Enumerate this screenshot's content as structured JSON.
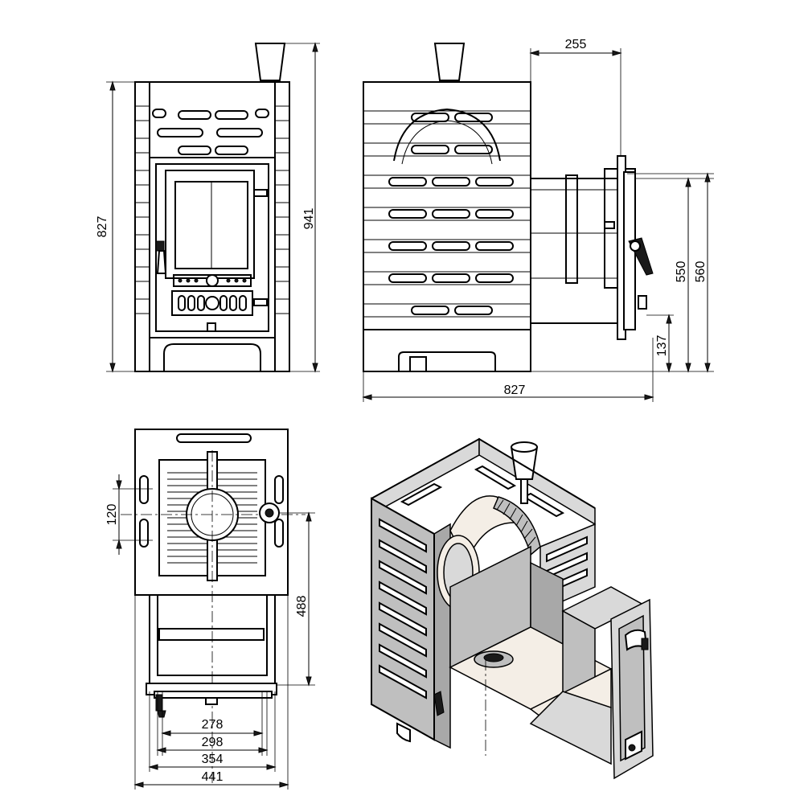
{
  "drawing": {
    "views": [
      "front",
      "side",
      "top",
      "isometric-section"
    ],
    "dimensions": {
      "front_height": "827",
      "front_total_height": "941",
      "side_top_offset": "255",
      "side_width": "827",
      "side_height_550": "550",
      "side_height_560": "560",
      "side_bottom_137": "137",
      "top_120": "120",
      "top_488": "488",
      "top_278": "278",
      "top_298": "298",
      "top_354": "354",
      "top_441": "441"
    }
  }
}
